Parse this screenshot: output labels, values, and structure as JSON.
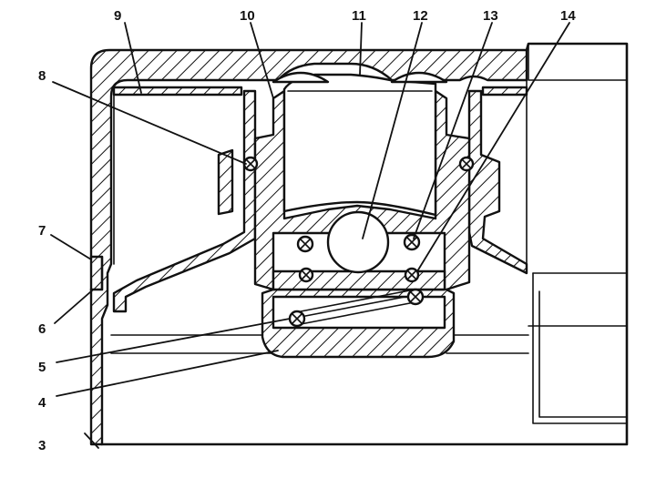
{
  "callouts": [
    {
      "id": "c3",
      "text": "3"
    },
    {
      "id": "c4",
      "text": "4"
    },
    {
      "id": "c5",
      "text": "5"
    },
    {
      "id": "c6",
      "text": "6"
    },
    {
      "id": "c7",
      "text": "7"
    },
    {
      "id": "c8",
      "text": "8"
    },
    {
      "id": "c9",
      "text": "9"
    },
    {
      "id": "c10",
      "text": "10"
    },
    {
      "id": "c11",
      "text": "11"
    },
    {
      "id": "c12",
      "text": "12"
    },
    {
      "id": "c13",
      "text": "13"
    },
    {
      "id": "c14",
      "text": "14"
    }
  ]
}
